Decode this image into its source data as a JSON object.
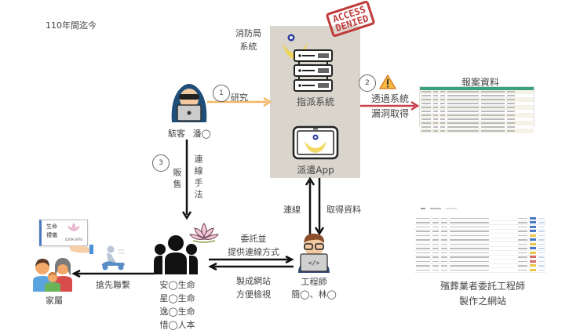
{
  "period_label": "110年間迄今",
  "fire_dept_label": [
    "消防局",
    "系統"
  ],
  "stamp": [
    "ACCESS",
    "DENIED"
  ],
  "dispatch_system_label": "指派系統",
  "dispatch_app_label": "派遣App",
  "hacker": {
    "label": "駭客",
    "name": "潘◯"
  },
  "step1": {
    "num": "1",
    "label": "研究"
  },
  "step2": {
    "num": "2",
    "label_lines": [
      "透過系統",
      "漏洞取得"
    ]
  },
  "step3": {
    "num": "3",
    "left_label": "販售",
    "right_label": "連線手法"
  },
  "case_data_title": "報案資料",
  "app_arrows": {
    "connect": "連線",
    "fetch": "取得資料"
  },
  "engineer": {
    "label": "工程師",
    "names": "簡◯、林◯"
  },
  "funeral_companies": [
    "安◯生命",
    "星◯生命",
    "逸◯生命",
    "惜◯人本"
  ],
  "commission_arrow": [
    "委託並",
    "提供連線方式"
  ],
  "website_arrow": [
    "製成網站",
    "方便檢視"
  ],
  "contact_arrow": "搶先聯繫",
  "family_label": "家屬",
  "business_card": {
    "line1": "生命",
    "line2": "禮儀",
    "phone": "0209-1970"
  },
  "website_caption": [
    "殯葬業者委託工程師",
    "製作之網站"
  ],
  "colors": {
    "orange_arrow": "#f2b766",
    "red_arrow": "#c8404a",
    "panel": "#dad5cc",
    "table_header": "#3aa17e",
    "stamp": "#c03a3a"
  }
}
